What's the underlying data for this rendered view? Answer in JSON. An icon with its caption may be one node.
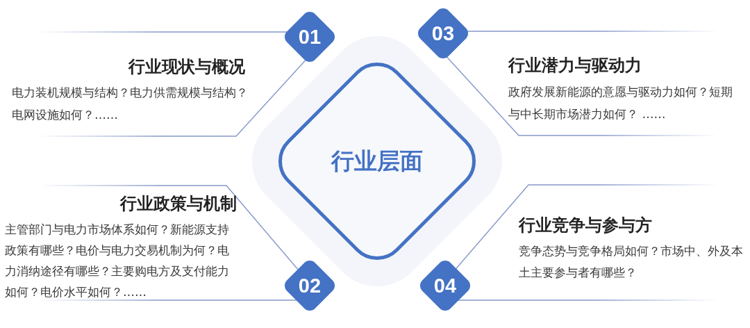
{
  "diagram": {
    "nodes": [
      {
        "text": [
          "01"
        ]
      },
      {
        "text": [
          "行业现状与概况",
          "电力装机规模与结构？电力供需规模与结构？电网设施如何？……"
        ]
      },
      {
        "text": [
          "03"
        ]
      },
      {
        "text": [
          "行业潜力与驱动力",
          "政府发展新能源的意愿与驱动力如何？短期与中长期市场潜力如何？ ……"
        ]
      },
      {
        "text": [
          "行业层面"
        ]
      },
      {
        "text": [
          "行业政策与机制",
          "主管部门与电力市场体系如何？新能源支持政策有哪些？电价与电力交易机制为何？电力消纳途径有哪些？主要购电方及支付能力如何？电价水平如何？……"
        ]
      },
      {
        "text": [
          "02"
        ]
      },
      {
        "text": [
          "行业竞争与参与方",
          "竞争态势与竞争格局如何？市场中、外及本土主要参与者有哪些？"
        ]
      },
      {
        "text": [
          "04"
        ]
      }
    ]
  }
}
